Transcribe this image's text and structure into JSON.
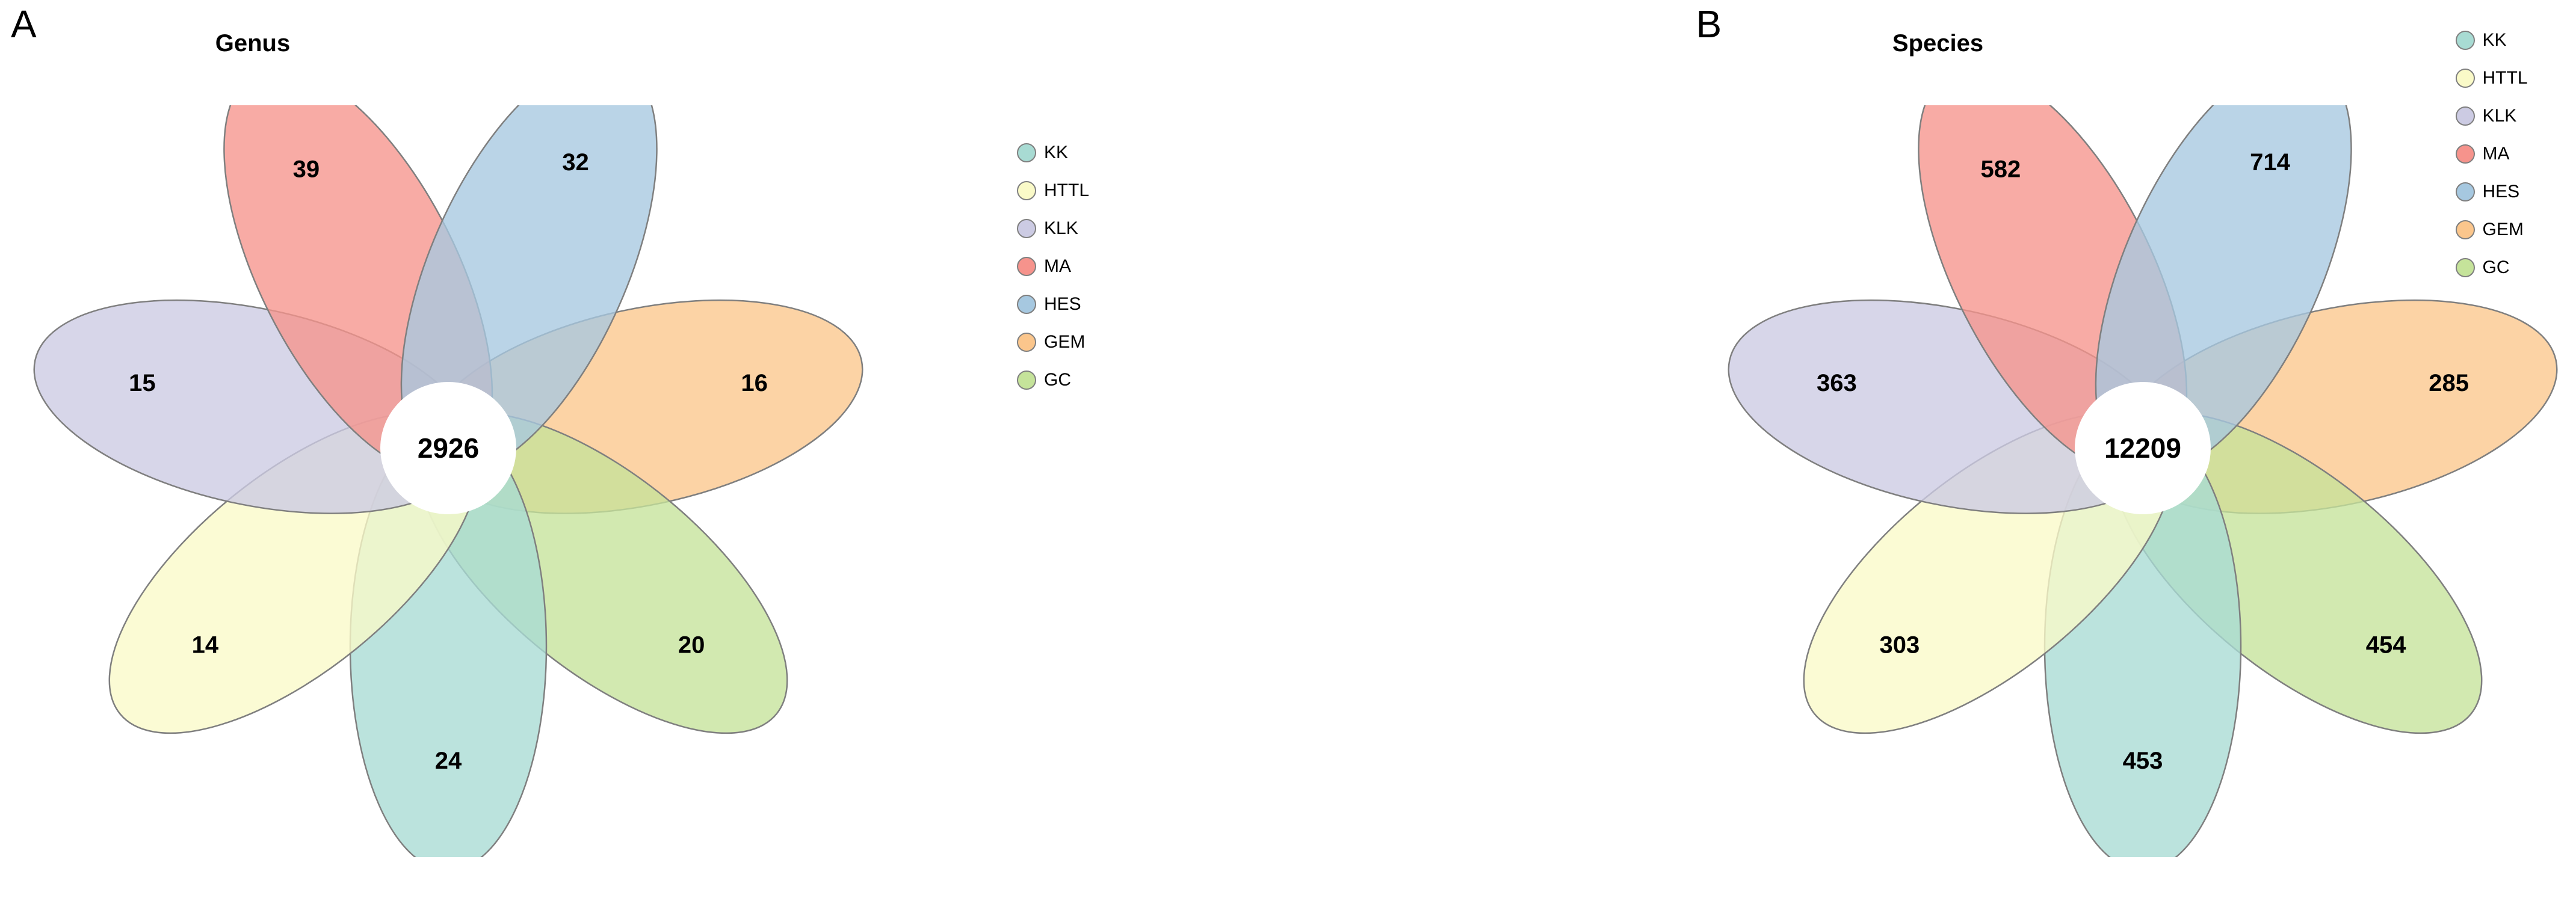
{
  "figure": {
    "background": "#ffffff",
    "petal_stroke": "#7f7f7f",
    "center_fill": "#ffffff",
    "label_color": "#000000"
  },
  "panels": [
    {
      "letter": "A",
      "title": "Genus",
      "center_value": "2926",
      "legend": [
        {
          "label": "KK",
          "color": "#a8dbd3"
        },
        {
          "label": "HTTL",
          "color": "#fafac8"
        },
        {
          "label": "KLK",
          "color": "#cccbe3"
        },
        {
          "label": "MA",
          "color": "#f6938c"
        },
        {
          "label": "HES",
          "color": "#a6c8e0"
        },
        {
          "label": "GEM",
          "color": "#fbc68c"
        },
        {
          "label": "GC",
          "color": "#c5e39a"
        }
      ],
      "petals": [
        {
          "label": "GEM",
          "value": "16",
          "color": "#fbc68c",
          "angle": -12
        },
        {
          "label": "GC",
          "value": "20",
          "color": "#c5e39a",
          "angle": 39
        },
        {
          "label": "KK",
          "value": "24",
          "color": "#a8dbd3",
          "angle": 90
        },
        {
          "label": "HTTL",
          "value": "14",
          "color": "#fafac8",
          "angle": 141
        },
        {
          "label": "KLK",
          "value": "15",
          "color": "#cccbe3",
          "angle": 192
        },
        {
          "label": "MA",
          "value": "39",
          "color": "#f6938c",
          "angle": 243
        },
        {
          "label": "HES",
          "value": "32",
          "color": "#a6c8e0",
          "angle": 294
        }
      ]
    },
    {
      "letter": "B",
      "title": "Species",
      "center_value": "12209",
      "legend": [
        {
          "label": "KK",
          "color": "#a8dbd3"
        },
        {
          "label": "HTTL",
          "color": "#fafac8"
        },
        {
          "label": "KLK",
          "color": "#cccbe3"
        },
        {
          "label": "MA",
          "color": "#f6938c"
        },
        {
          "label": "HES",
          "color": "#a6c8e0"
        },
        {
          "label": "GEM",
          "color": "#fbc68c"
        },
        {
          "label": "GC",
          "color": "#c5e39a"
        }
      ],
      "petals": [
        {
          "label": "GEM",
          "value": "285",
          "color": "#fbc68c",
          "angle": -12
        },
        {
          "label": "GC",
          "value": "454",
          "color": "#c5e39a",
          "angle": 39
        },
        {
          "label": "KK",
          "value": "453",
          "color": "#a8dbd3",
          "angle": 90
        },
        {
          "label": "HTTL",
          "value": "303",
          "color": "#fafac8",
          "angle": 141
        },
        {
          "label": "KLK",
          "value": "363",
          "color": "#cccbe3",
          "angle": 192
        },
        {
          "label": "MA",
          "value": "582",
          "color": "#f6938c",
          "angle": 243
        },
        {
          "label": "HES",
          "value": "714",
          "color": "#a6c8e0",
          "angle": 294
        }
      ]
    }
  ],
  "chart_data": {
    "type": "pie",
    "title": "Genus and Species flower (petal) Venn diagrams",
    "charts": [
      {
        "panel": "A",
        "title": "Genus",
        "core_shared": 2926,
        "categories": [
          "KK",
          "HTTL",
          "KLK",
          "MA",
          "HES",
          "GEM",
          "GC"
        ],
        "values": [
          24,
          14,
          15,
          39,
          32,
          16,
          20
        ],
        "legend_position": "right"
      },
      {
        "panel": "B",
        "title": "Species",
        "core_shared": 12209,
        "categories": [
          "KK",
          "HTTL",
          "KLK",
          "MA",
          "HES",
          "GEM",
          "GC"
        ],
        "values": [
          453,
          303,
          363,
          582,
          714,
          285,
          454
        ],
        "legend_position": "right"
      }
    ]
  }
}
